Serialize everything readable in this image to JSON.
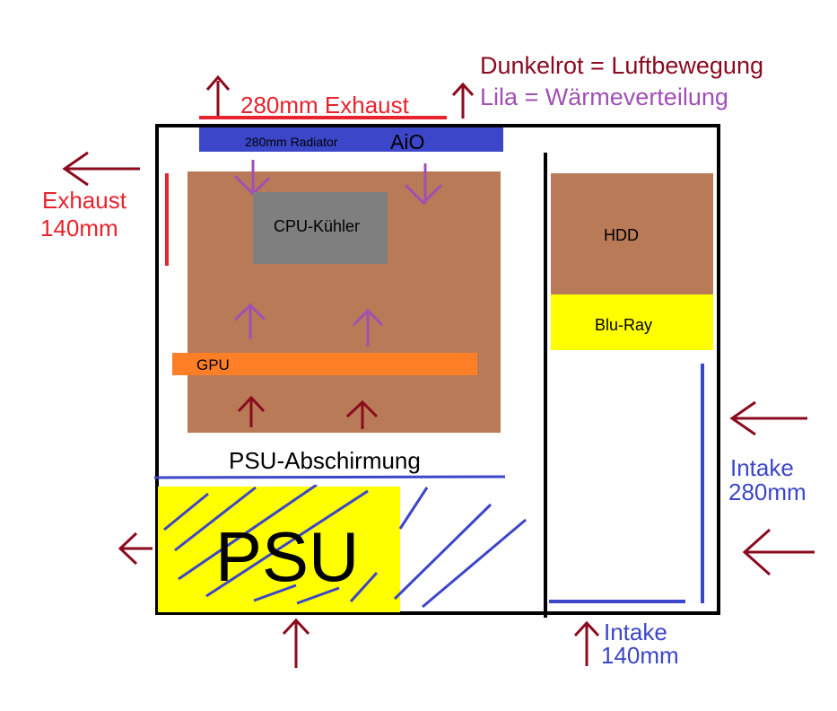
{
  "legend": {
    "dark_red_line": "Dunkelrot = Luftbewegung",
    "purple_line": "Lila = Wärmeverteilung"
  },
  "labels": {
    "top_exhaust": "280mm Exhaust",
    "radiator": "280mm Radiator",
    "aio": "AiO",
    "rear_exhaust_line1": "Exhaust",
    "rear_exhaust_line2": "140mm",
    "cpu_cooler": "CPU-Kühler",
    "gpu": "GPU",
    "psu_shroud": "PSU-Abschirmung",
    "psu": "PSU",
    "hdd": "HDD",
    "bluray": "Blu-Ray",
    "front_intake_line1": "Intake",
    "front_intake_line2": "280mm",
    "bottom_intake_line1": "Intake",
    "bottom_intake_line2": "140mm"
  },
  "colors": {
    "dark_red": "#8b0a1e",
    "bright_red": "#e8232d",
    "purple": "#a050b4",
    "blue": "#3c46c8",
    "radiator_blue": "#3c46c8",
    "brown": "#b97a57",
    "gray": "#7f7f7f",
    "orange": "#ff7f27",
    "yellow": "#ffff00",
    "black": "#000000"
  }
}
